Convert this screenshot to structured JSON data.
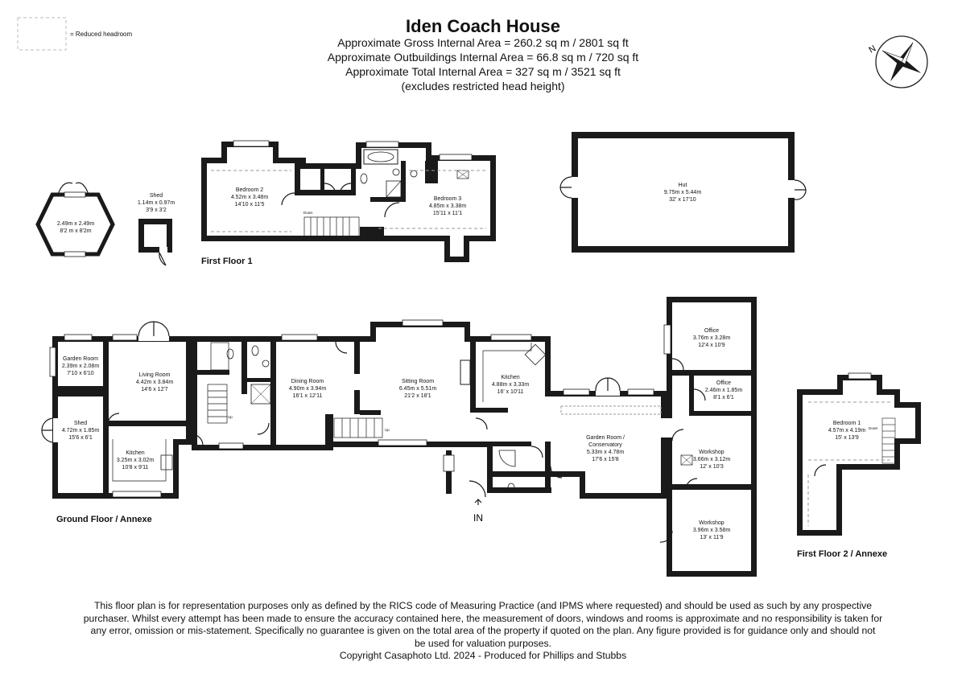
{
  "header": {
    "title": "Iden Coach House",
    "lines": [
      "Approximate Gross Internal Area = 260.2 sq m / 2801 sq ft",
      "Approximate Outbuildings Internal Area = 66.8 sq m / 720 sq ft",
      "Approximate Total Internal Area = 327 sq m / 3521 sq ft",
      "(excludes restricted head height)"
    ]
  },
  "legend": {
    "label": "= Reduced headroom"
  },
  "compass": {
    "label": "N"
  },
  "floors": {
    "first1": "First Floor 1",
    "ground": "Ground Floor / Annexe",
    "first2": "First Floor 2 / Annexe"
  },
  "rooms": {
    "gazebo": {
      "m": "2.49m x 2.49m",
      "ft": "8'2 m x 8'2m"
    },
    "shed_small": {
      "name": "Shed",
      "m": "1.14m x 0.97m",
      "ft": "3'9 x 3'2"
    },
    "bedroom2": {
      "name": "Bedroom 2",
      "m": "4.52m x 3.48m",
      "ft": "14'10 x 11'5"
    },
    "bedroom3": {
      "name": "Bedroom 3",
      "m": "4.85m x 3.38m",
      "ft": "15'11 x 11'1"
    },
    "hut": {
      "name": "Hut",
      "m": "9.75m x 5.44m",
      "ft": "32' x 17'10"
    },
    "garden_room": {
      "name": "Garden Room",
      "m": "2.39m x 2.08m",
      "ft": "7'10 x 6'10"
    },
    "shed_large": {
      "name": "Shed",
      "m": "4.72m x 1.85m",
      "ft": "15'6 x 6'1"
    },
    "living_room": {
      "name": "Living Room",
      "m": "4.42m x 3.84m",
      "ft": "14'6 x 12'7"
    },
    "kitchen_annexe": {
      "name": "Kitchen",
      "m": "3.25m x 3.02m",
      "ft": "10'8 x 9'11"
    },
    "dining_room": {
      "name": "Dining Room",
      "m": "4.90m x 3.94m",
      "ft": "16'1 x 12'11"
    },
    "sitting_room": {
      "name": "Sitting Room",
      "m": "6.45m x 5.51m",
      "ft": "21'2 x 18'1"
    },
    "kitchen_main": {
      "name": "Kitchen",
      "m": "4.88m x 3.33m",
      "ft": "16' x 10'11"
    },
    "conservatory": {
      "name": "Garden Room /",
      "name2": "Conservatory",
      "m": "5.33m x 4.78m",
      "ft": "17'6 x 15'8"
    },
    "office1": {
      "name": "Office",
      "m": "3.76m x 3.28m",
      "ft": "12'4 x 10'9"
    },
    "office2": {
      "name": "Office",
      "m": "2.46m x 1.85m",
      "ft": "8'1 x 6'1"
    },
    "workshop1": {
      "name": "Workshop",
      "m": "3.66m x 3.12m",
      "ft": "12' x 10'3"
    },
    "workshop2": {
      "name": "Workshop",
      "m": "3.96m x 3.58m",
      "ft": "13' x 11'9"
    },
    "bedroom1": {
      "name": "Bedroom 1",
      "m": "4.57m x 4.19m",
      "ft": "15' x 13'9"
    }
  },
  "markers": {
    "entrance": "IN",
    "down": "Down",
    "up": "Up"
  },
  "disclaimer": [
    "This floor plan is for representation purposes only as defined by the RICS code of Measuring Practice (and IPMS where requested) and should be used as such by any prospective",
    "purchaser. Whilst every attempt has been made to ensure the accuracy contained here, the measurement of doors, windows and rooms is approximate and no responsibility is taken for",
    "any error, omission or mis-statement. Specifically no guarantee is given on the total area of the property if quoted on the plan. Any figure provided is for guidance only and should not",
    "be used for valuation purposes.",
    "Copyright Casaphoto Ltd. 2024 - Produced for Phillips and Stubbs"
  ]
}
